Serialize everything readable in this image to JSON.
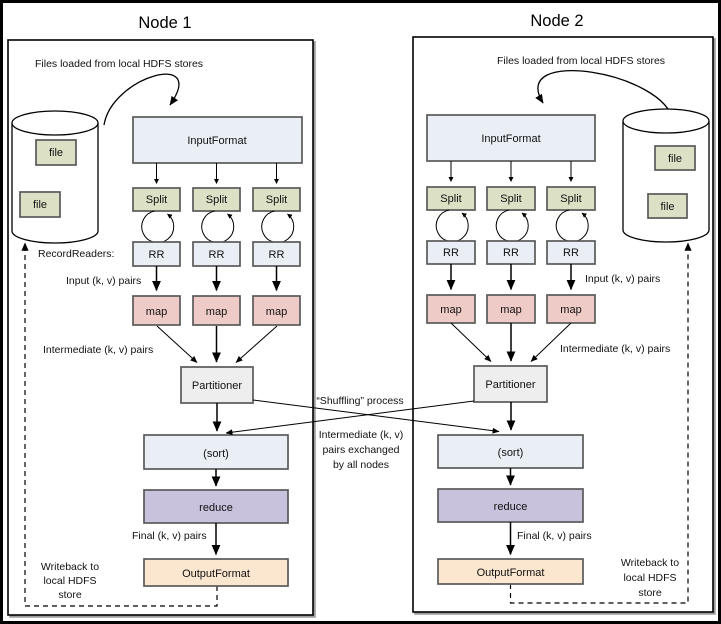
{
  "nodes": [
    {
      "title": "Node 1"
    },
    {
      "title": "Node 2"
    }
  ],
  "labels": {
    "files_loaded": "Files loaded from local HDFS stores",
    "input_format": "InputFormat",
    "split": "Split",
    "record_readers": "RecordReaders:",
    "rr": "RR",
    "input_pairs": "Input (k, v) pairs",
    "map": "map",
    "intermediate_pairs": "Intermediate (k, v) pairs",
    "partitioner": "Partitioner",
    "sort": "(sort)",
    "reduce": "reduce",
    "final_pairs": "Final (k, v) pairs",
    "output_format": "OutputFormat",
    "file": "file",
    "shuffling": "“Shuffling” process",
    "exchange": [
      "Intermediate (k, v)",
      "pairs exchanged",
      "by all nodes"
    ],
    "writeback": [
      "Writeback to",
      "local HDFS",
      "store"
    ]
  },
  "colors": {
    "box_blue": "#EAEFF6",
    "box_green": "#DCE0C5",
    "box_pink": "#EFCBC7",
    "box_gray": "#EEEEEE",
    "box_purple": "#C9C2DC",
    "box_peach": "#FBE6CF",
    "border_dark": "#5A5A5A",
    "line_black": "#000000"
  }
}
